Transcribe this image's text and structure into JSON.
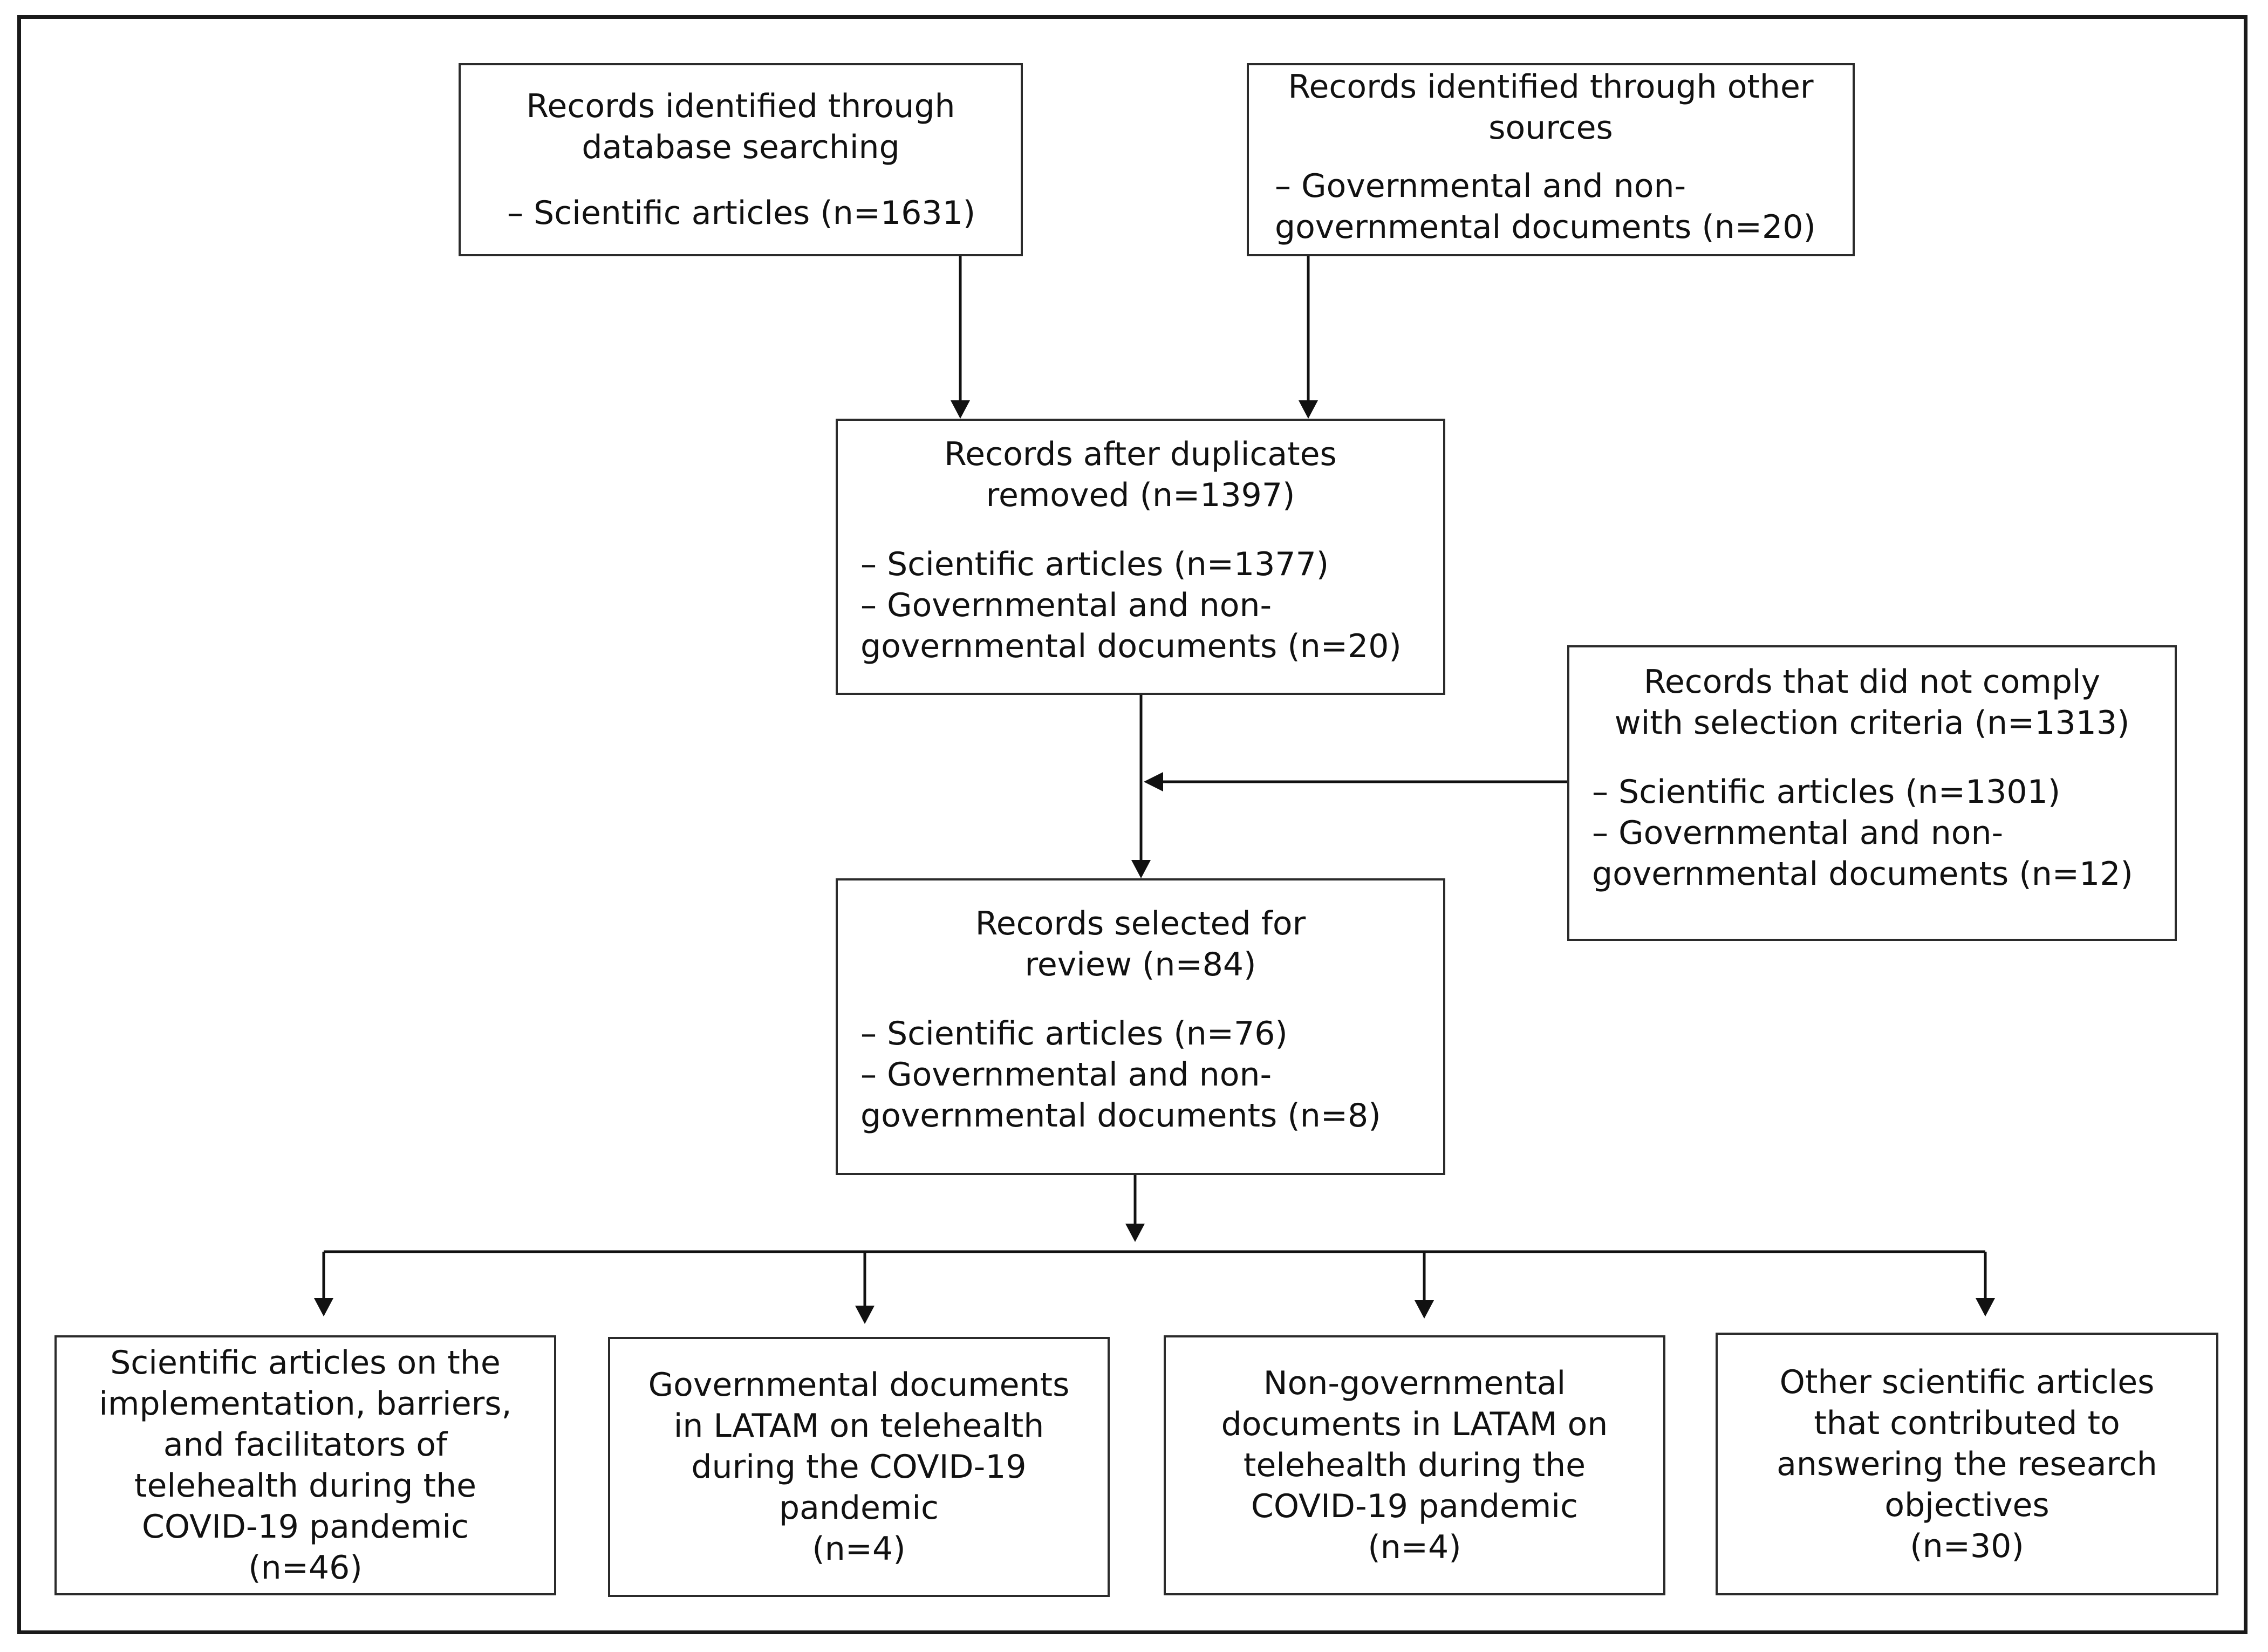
{
  "boxes": {
    "database": {
      "title": "Records identified through database searching",
      "items": [
        "– Scientific articles (n=1631)"
      ]
    },
    "other_sources": {
      "title": "Records identified through other sources",
      "items": [
        "– Governmental and non-governmental documents (n=20)"
      ]
    },
    "duplicates_removed": {
      "title": "Records after duplicates removed (n=1397)",
      "items": [
        "– Scientific articles (n=1377)",
        "– Governmental and non-governmental documents (n=20)"
      ]
    },
    "not_comply": {
      "title": "Records that did not comply with selection criteria (n=1313)",
      "items": [
        "– Scientific articles (n=1301)",
        "– Governmental and non-governmental documents (n=12)"
      ]
    },
    "selected": {
      "title": "Records selected for review (n=84)",
      "items": [
        "– Scientific articles (n=76)",
        "– Governmental and non-governmental documents (n=8)"
      ]
    },
    "outcome_1": {
      "text": "Scientific articles on the implementation, barriers, and facilitators of telehealth during the COVID-19 pandemic",
      "count": "(n=46)"
    },
    "outcome_2": {
      "text": "Governmental documents in LATAM on telehealth during the COVID-19 pandemic",
      "count": "(n=4)"
    },
    "outcome_3": {
      "text": "Non-governmental documents in LATAM on telehealth during the COVID-19 pandemic",
      "count": "(n=4)"
    },
    "outcome_4": {
      "text": "Other scientific articles that contributed to answering the research objectives",
      "count": "(n=30)"
    }
  }
}
